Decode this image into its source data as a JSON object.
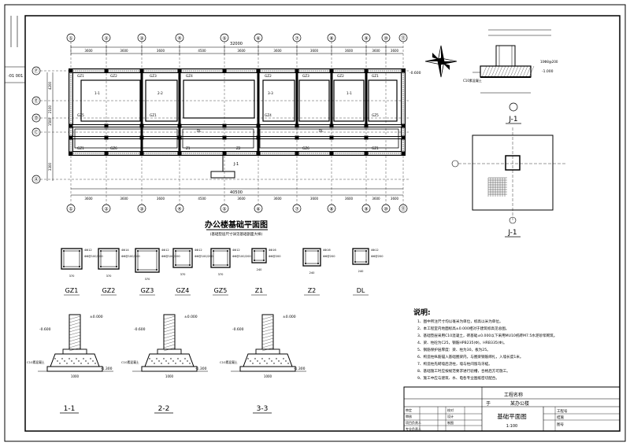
{
  "plan": {
    "title": "办公楼基础平面图",
    "subtitle": "(基础垫层尺寸详见基础剖面大样)",
    "axis_cols": [
      "①",
      "②",
      "③",
      "④",
      "⑤",
      "⑥",
      "⑦",
      "⑧",
      "⑨",
      "⑩",
      "⑪"
    ],
    "axis_rows": [
      "Ⓕ",
      "Ⓔ",
      "Ⓓ",
      "Ⓒ",
      "Ⓐ"
    ],
    "top_total": "32000",
    "top_dims": [
      "3600",
      "3600",
      "3600",
      "4500",
      "3600",
      "3600",
      "3600",
      "3600",
      "3600",
      "3600"
    ],
    "bottom_total": "40500",
    "bottom_dims": [
      "3600",
      "3600",
      "3600",
      "4500",
      "3600",
      "3600",
      "3600",
      "3600",
      "3600",
      "3600"
    ],
    "left_dims": [
      "4200",
      "2100",
      "1500",
      "3300"
    ],
    "beam_labels": [
      "GZ1",
      "GZ2",
      "GZ3",
      "GZ4",
      "GZ5",
      "GZ6",
      "Z1",
      "Z2",
      "DL",
      "1-1",
      "2-2",
      "3-3"
    ],
    "section_mark": "J-1",
    "level_mark": "-0.600"
  },
  "detail": {
    "title": "J-1",
    "caption": "J-1",
    "rebar": "10Φ8@200",
    "level": "-1.000",
    "cushion": "C10素混凝土"
  },
  "column_sections": [
    {
      "name": "GZ1",
      "size": "370",
      "rebar": "4Φ12",
      "stirrup": "Φ6@100/200"
    },
    {
      "name": "GZ2",
      "size": "370",
      "rebar": "4Φ14",
      "stirrup": "Φ6@100/200"
    },
    {
      "name": "GZ3",
      "size": "370",
      "rebar": "4Φ12",
      "stirrup": "Φ6@100/200"
    },
    {
      "name": "GZ4",
      "size": "370",
      "rebar": "4Φ12",
      "stirrup": "Φ6@100/200"
    },
    {
      "name": "GZ5",
      "size": "370",
      "rebar": "4Φ12",
      "stirrup": "Φ6@100/200"
    },
    {
      "name": "Z1",
      "size": "240",
      "rebar": "4Φ16",
      "stirrup": "Φ6@200"
    },
    {
      "name": "Z2",
      "size": "240",
      "rebar": "4Φ16",
      "stirrup": "Φ6@200"
    },
    {
      "name": "DL",
      "size": "240",
      "rebar": "4Φ12",
      "stirrup": "Φ6@200"
    }
  ],
  "sections": [
    {
      "name": "1-1",
      "top": "±0.000",
      "mid": "-0.600",
      "bottom": "-1.300",
      "note": "C10素混凝土",
      "width": "1000"
    },
    {
      "name": "2-2",
      "top": "±0.000",
      "mid": "-0.600",
      "bottom": "-1.300",
      "note": "C10素混凝土",
      "width": "1000"
    },
    {
      "name": "3-3",
      "top": "±0.000",
      "mid": "-0.600",
      "bottom": "-1.300",
      "note": "C10素混凝土",
      "width": "1000"
    }
  ],
  "notes": {
    "title": "说明:",
    "lines": [
      "1、图中所注尺寸均以毫米为单位，标高以米为单位。",
      "2、本工程室内地面标高±0.000相对于建筑标高见总图。",
      "3、基础垫层采用C10混凝土，砖基础±0.000以下采用MU10机砖M7.5水泥砂浆砌筑。",
      "4、梁、柱砼为C25，钢筋HPB235(Φ)，HRB335(Φ)。",
      "5、钢筋保护层厚度：梁、柱为30，板为25。",
      "6、构造柱纵筋锚入基础圈梁内，与圈梁钢筋绑扎，入墙长度1米。",
      "7、构造柱先砌墙后浇柱，墙与柱间留马牙槎。",
      "8、基础施工时应按规范要求进行验槽，合格后方可施工。",
      "9、施工中应与建筑、水、电各专业图纸密切配合。"
    ]
  },
  "title_block": {
    "project_label": "工程名称",
    "project_name": "某办公楼",
    "drawing_name": "基础平面图",
    "scale": "1:100",
    "right_top": "工程号",
    "right_mid": "结施",
    "right_bottom": "图号",
    "rows": [
      "审定",
      "审核",
      "项目负责人",
      "专业负责人"
    ],
    "cols": [
      "校对",
      "设计",
      "制图"
    ]
  }
}
